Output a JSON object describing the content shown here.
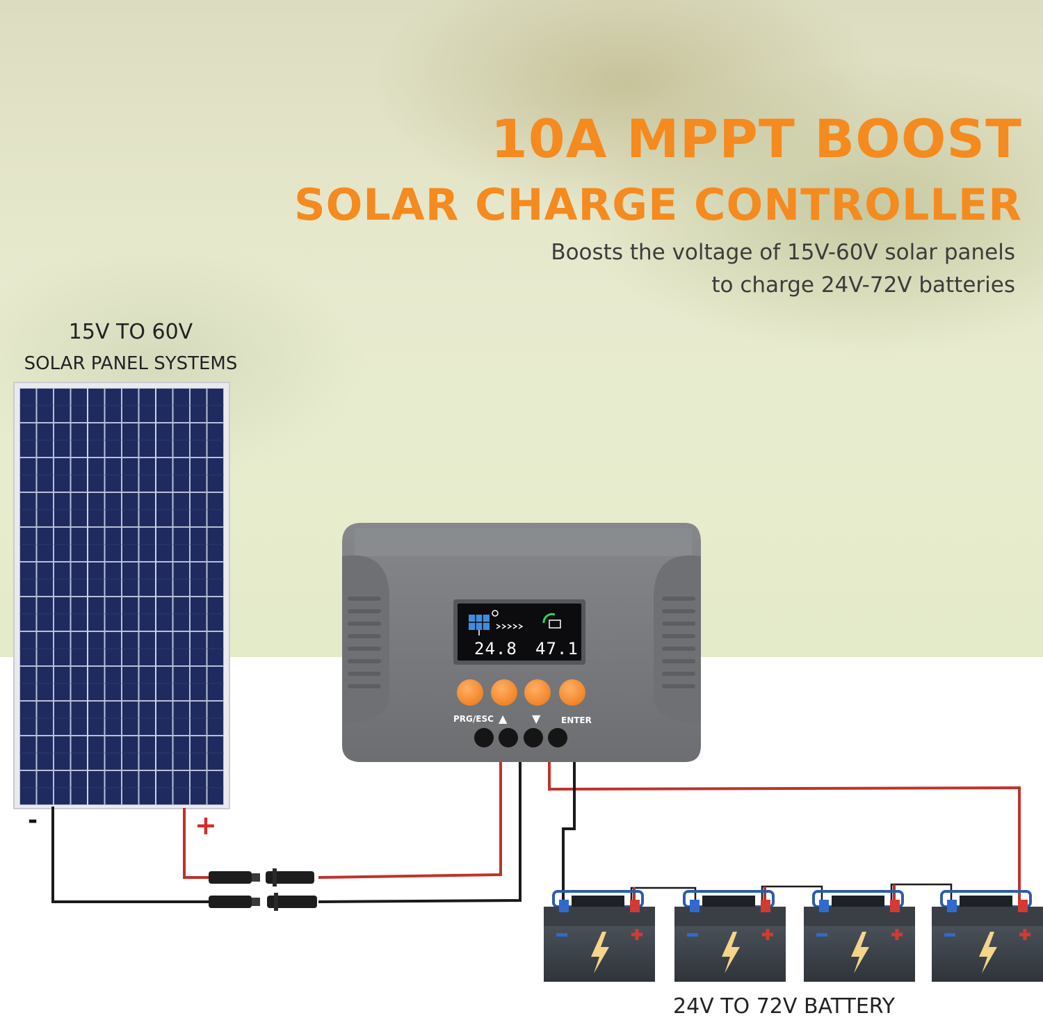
{
  "headline": {
    "line1": "10A MPPT BOOST",
    "line2": "SOLAR CHARGE CONTROLLER"
  },
  "subtitle": {
    "line1": "Boosts the voltage of 15V-60V solar panels",
    "line2": "to charge 24V-72V batteries"
  },
  "solar_panel": {
    "label_line1": "15V TO 60V",
    "label_line2": "SOLAR PANEL SYSTEMS",
    "negative_mark": "-",
    "positive_mark": "+"
  },
  "controller": {
    "display": {
      "left_value": "24.8",
      "right_value": "47.1"
    },
    "buttons": [
      {
        "label": "PRG/ESC"
      },
      {
        "label": "▲"
      },
      {
        "label": "▼"
      },
      {
        "label": "ENTER"
      }
    ]
  },
  "batteries": {
    "label": "24V TO 72V BATTERY",
    "count": 4
  },
  "colors": {
    "accent_orange": "#f58a1f",
    "controller_gray": "#77787a",
    "wire_red": "#c0312b",
    "wire_black": "#1a1a1a",
    "panel_blue": "#1e2a5c"
  }
}
